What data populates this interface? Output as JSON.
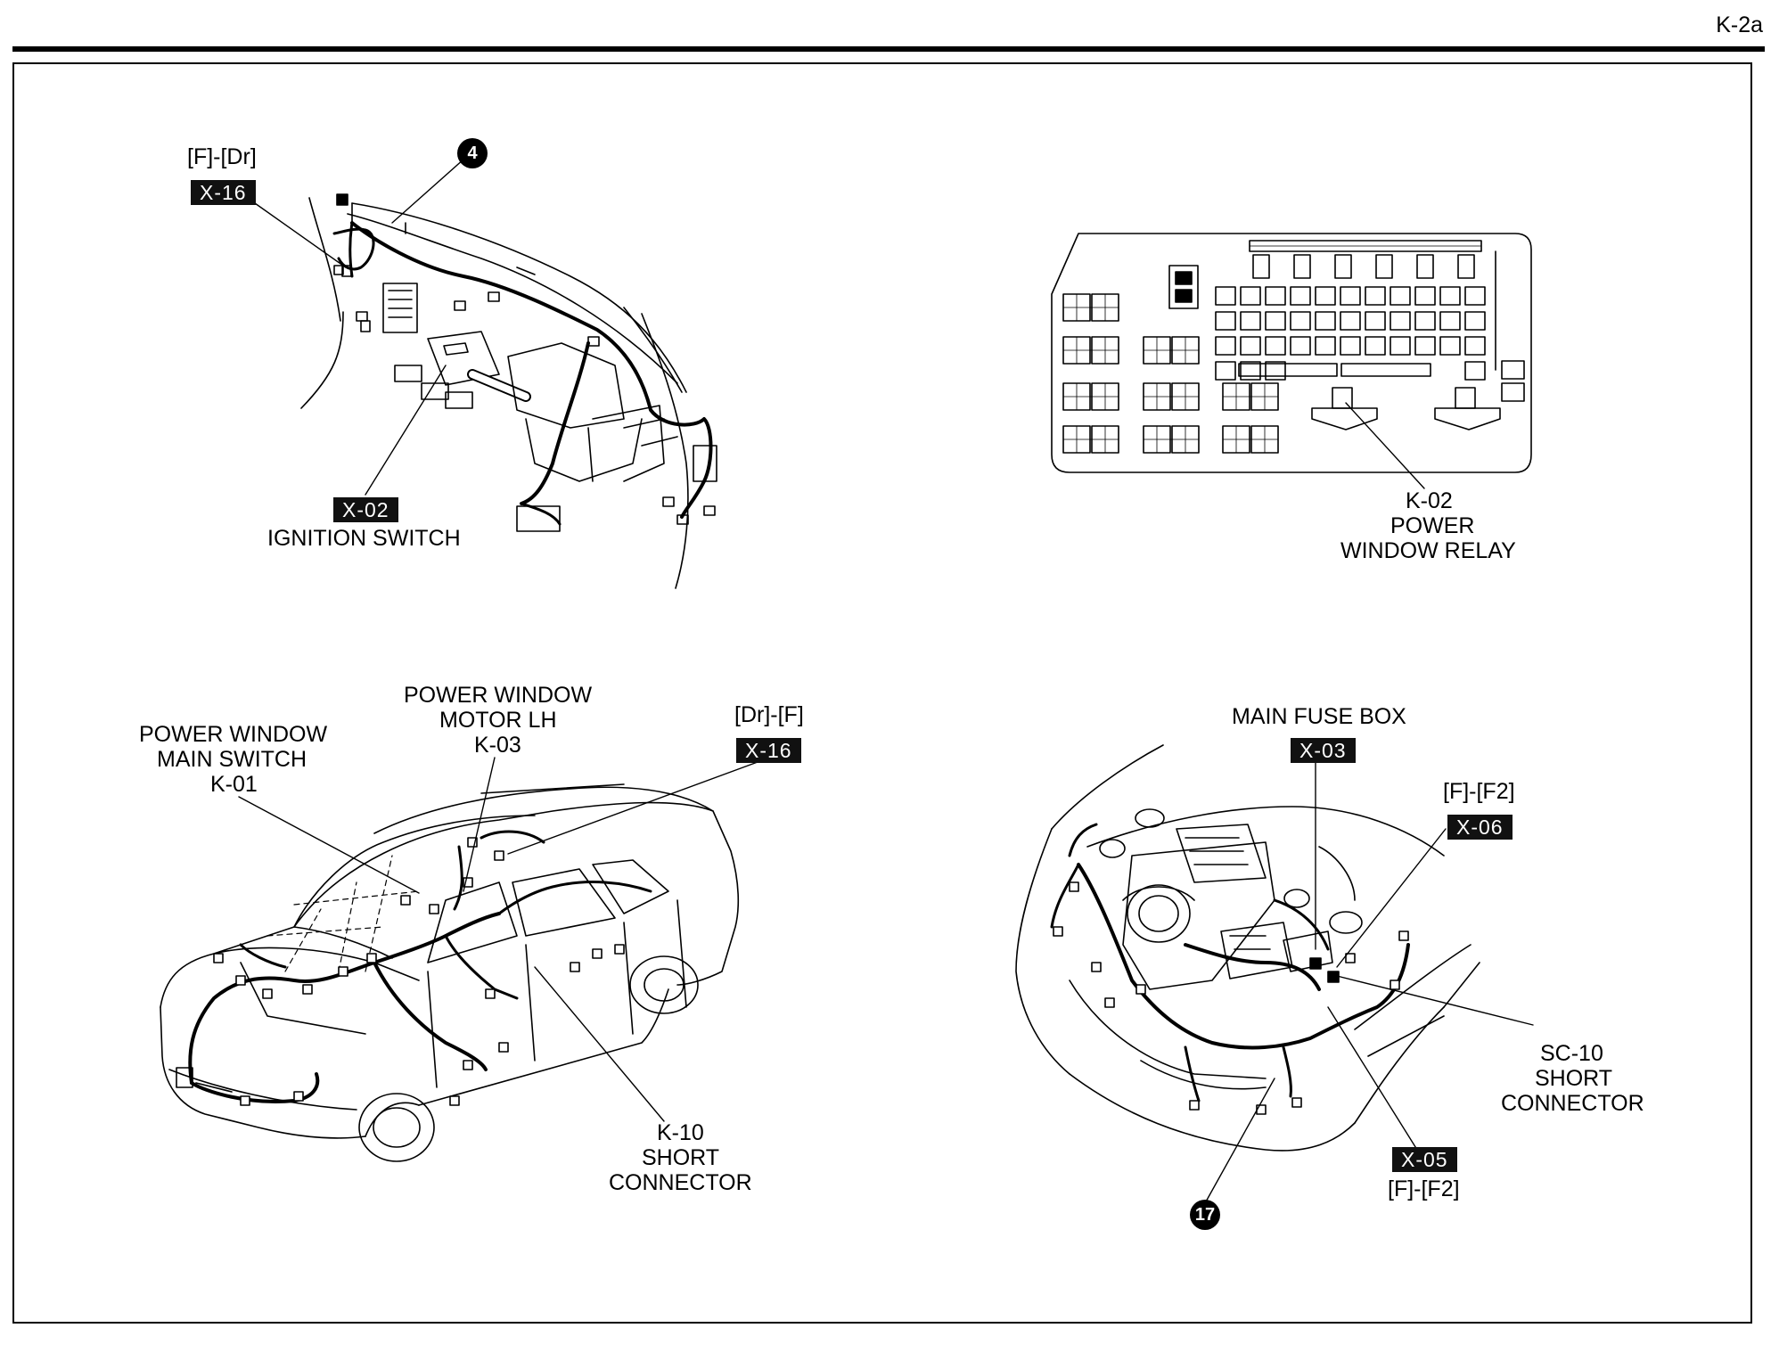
{
  "page_code": "K-2a",
  "callouts": {
    "top_left_connector": {
      "code": "[F]-[Dr]",
      "tag": "X-16"
    },
    "badge_4": "4",
    "ignition": {
      "tag": "X-02",
      "name": "IGNITION SWITCH"
    },
    "relay": {
      "code": "K-02",
      "line1": "POWER",
      "line2": "WINDOW RELAY"
    },
    "pw_main_switch": {
      "line1": "POWER WINDOW",
      "line2": "MAIN SWITCH",
      "code": "K-01"
    },
    "pw_motor_lh": {
      "line1": "POWER WINDOW",
      "line2": "MOTOR LH",
      "code": "K-03"
    },
    "dr_f_connector": {
      "code": "[Dr]-[F]",
      "tag": "X-16"
    },
    "k10": {
      "code": "K-10",
      "line1": "SHORT",
      "line2": "CONNECTOR"
    },
    "main_fuse_box": {
      "name": "MAIN FUSE BOX",
      "tag": "X-03"
    },
    "f_f2_upper": {
      "code": "[F]-[F2]",
      "tag": "X-06"
    },
    "sc10": {
      "code": "SC-10",
      "line1": "SHORT",
      "line2": "CONNECTOR"
    },
    "f_f2_lower": {
      "tag": "X-05",
      "code": "[F]-[F2]"
    },
    "badge_17": "17"
  }
}
